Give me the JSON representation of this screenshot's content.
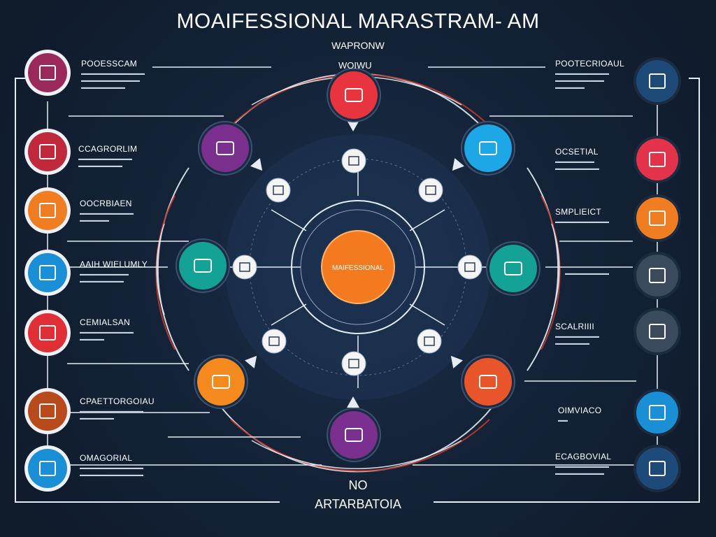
{
  "header": {
    "title": "MOAIFESSIONAL MARASTRAM- AM",
    "subtitle": "WAPRONW"
  },
  "hub": {
    "label": "MAIFESSIONAL",
    "color": "#f47a20"
  },
  "top_node_tag": "WOIWU",
  "footer": {
    "line1": "NO",
    "line2": "ARTARBATOIA"
  },
  "left_column": [
    {
      "title": "POOESSCAM",
      "color": "#9b2a5a",
      "icon": "folder-icon"
    },
    {
      "title": "CCAGRORLIM",
      "color": "#c0283c",
      "icon": "document-icon"
    },
    {
      "title": "OOCRBIAEN",
      "color": "#f07d22",
      "icon": "clipboard-icon"
    },
    {
      "title": "AAIH WIELUMLY",
      "color": "#1a8fd6",
      "icon": "monitor-icon"
    },
    {
      "title": "CEMIALSAN",
      "color": "#e02f36",
      "icon": "book-icon"
    },
    {
      "title": "CPAETTORGOIAU",
      "color": "#b84a1c",
      "icon": "file-icon"
    },
    {
      "title": "OMAGORIAL",
      "color": "#1a8fd6",
      "icon": "presentation-icon"
    }
  ],
  "right_column": [
    {
      "title": "POOTECRIOAUL",
      "color": "#1e4a7a",
      "icon": "badge-icon"
    },
    {
      "title": "OCSETIAL",
      "color": "#e2334a",
      "icon": "window-icon"
    },
    {
      "title": "SMPLIEICT",
      "color": "#f07d22",
      "icon": "gear-icon"
    },
    {
      "title": "",
      "color": "#3b4a5c",
      "icon": "chart-icon"
    },
    {
      "title": "SCALRIIII",
      "color": "#3b4a5c",
      "icon": "network-icon"
    },
    {
      "title": "OIMVIACO",
      "color": "#1a8fd6",
      "icon": "circuit-icon"
    },
    {
      "title": "ECAGBOVIAL",
      "color": "#1e4a7a",
      "icon": "eye-icon"
    }
  ],
  "inner_ring": [
    {
      "color": "#e7343f",
      "icon": "brain-icon"
    },
    {
      "color": "#1da7e6",
      "icon": "calculator-icon"
    },
    {
      "color": "#14a196",
      "icon": "screen-icon"
    },
    {
      "color": "#e8552a",
      "icon": "presentation-icon"
    },
    {
      "color": "#7b2f8e",
      "icon": "speech-icon"
    },
    {
      "color": "#f58a1f",
      "icon": "bulb-icon"
    },
    {
      "color": "#14a196",
      "icon": "laptop-icon"
    },
    {
      "color": "#7b2f8e",
      "icon": "image-icon"
    }
  ],
  "accent_red": "#c0392b",
  "line_color": "#e6ecf3"
}
